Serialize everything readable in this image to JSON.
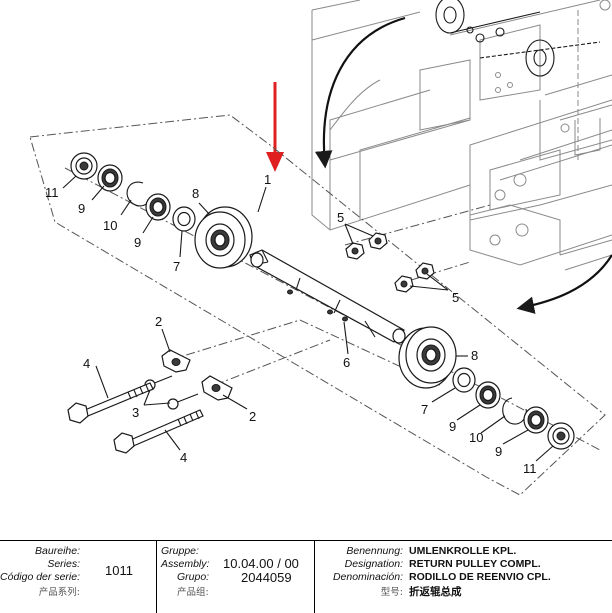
{
  "callouts": {
    "c1": "1",
    "c2a": "2",
    "c2b": "2",
    "c3": "3",
    "c4a": "4",
    "c4b": "4",
    "c5a": "5",
    "c5b": "5",
    "c6": "6",
    "c7a": "7",
    "c7b": "7",
    "c8a": "8",
    "c8b": "8",
    "c9a": "9",
    "c9b": "9",
    "c9c": "9",
    "c9d": "9",
    "c10a": "10",
    "c10b": "10",
    "c11a": "11",
    "c11b": "11"
  },
  "colors": {
    "arrow": "#e02020"
  },
  "title_block": {
    "series": {
      "labels": [
        "Baureihe:",
        "Series:",
        "Código der serie:",
        "产品系列:"
      ],
      "value": "1011"
    },
    "group": {
      "labels": [
        "Gruppe:",
        "Assembly:",
        "Grupo:",
        "产品组:"
      ],
      "assembly_value": "10.04.00 / 00",
      "group_value": "2044059"
    },
    "designation": {
      "labels": [
        "Benennung:",
        "Designation:",
        "Denominación:",
        "型号:"
      ],
      "names": [
        "UMLENKROLLE KPL.",
        "RETURN PULLEY COMPL.",
        "RODILLO DE REENVIO CPL.",
        "折返辊总成"
      ]
    }
  }
}
